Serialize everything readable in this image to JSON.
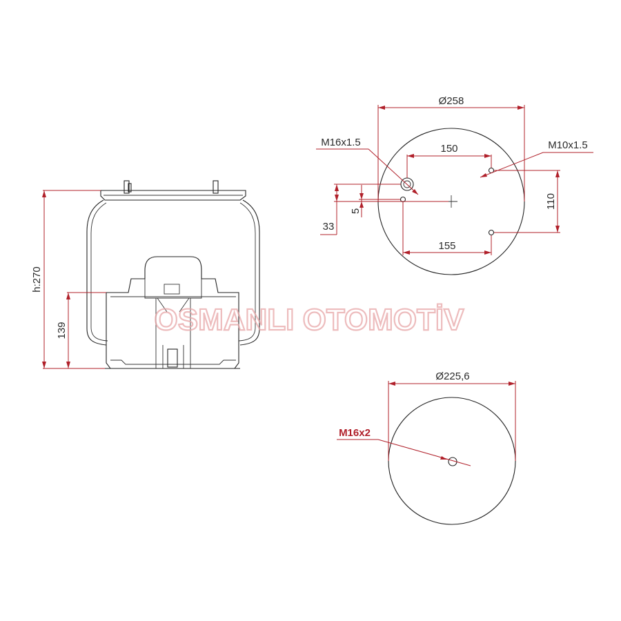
{
  "watermark": "OSMANLI OTOMOTİV",
  "side_view": {
    "height_label": "h:270",
    "piston_height_label": "139"
  },
  "top_plate": {
    "diameter_label": "Ø258",
    "thread_left_label": "M16x1.5",
    "thread_right_label": "M10x1.5",
    "spacing_top_label": "150",
    "spacing_bottom_label": "155",
    "vertical_spacing_label": "110",
    "offset_small_label": "5",
    "offset_large_label": "33"
  },
  "bottom_plate": {
    "diameter_label": "Ø225,6",
    "thread_label": "M16x2"
  },
  "colors": {
    "dimension": "#b0202a",
    "outline": "#222222",
    "watermark": "#e8a6a8"
  }
}
